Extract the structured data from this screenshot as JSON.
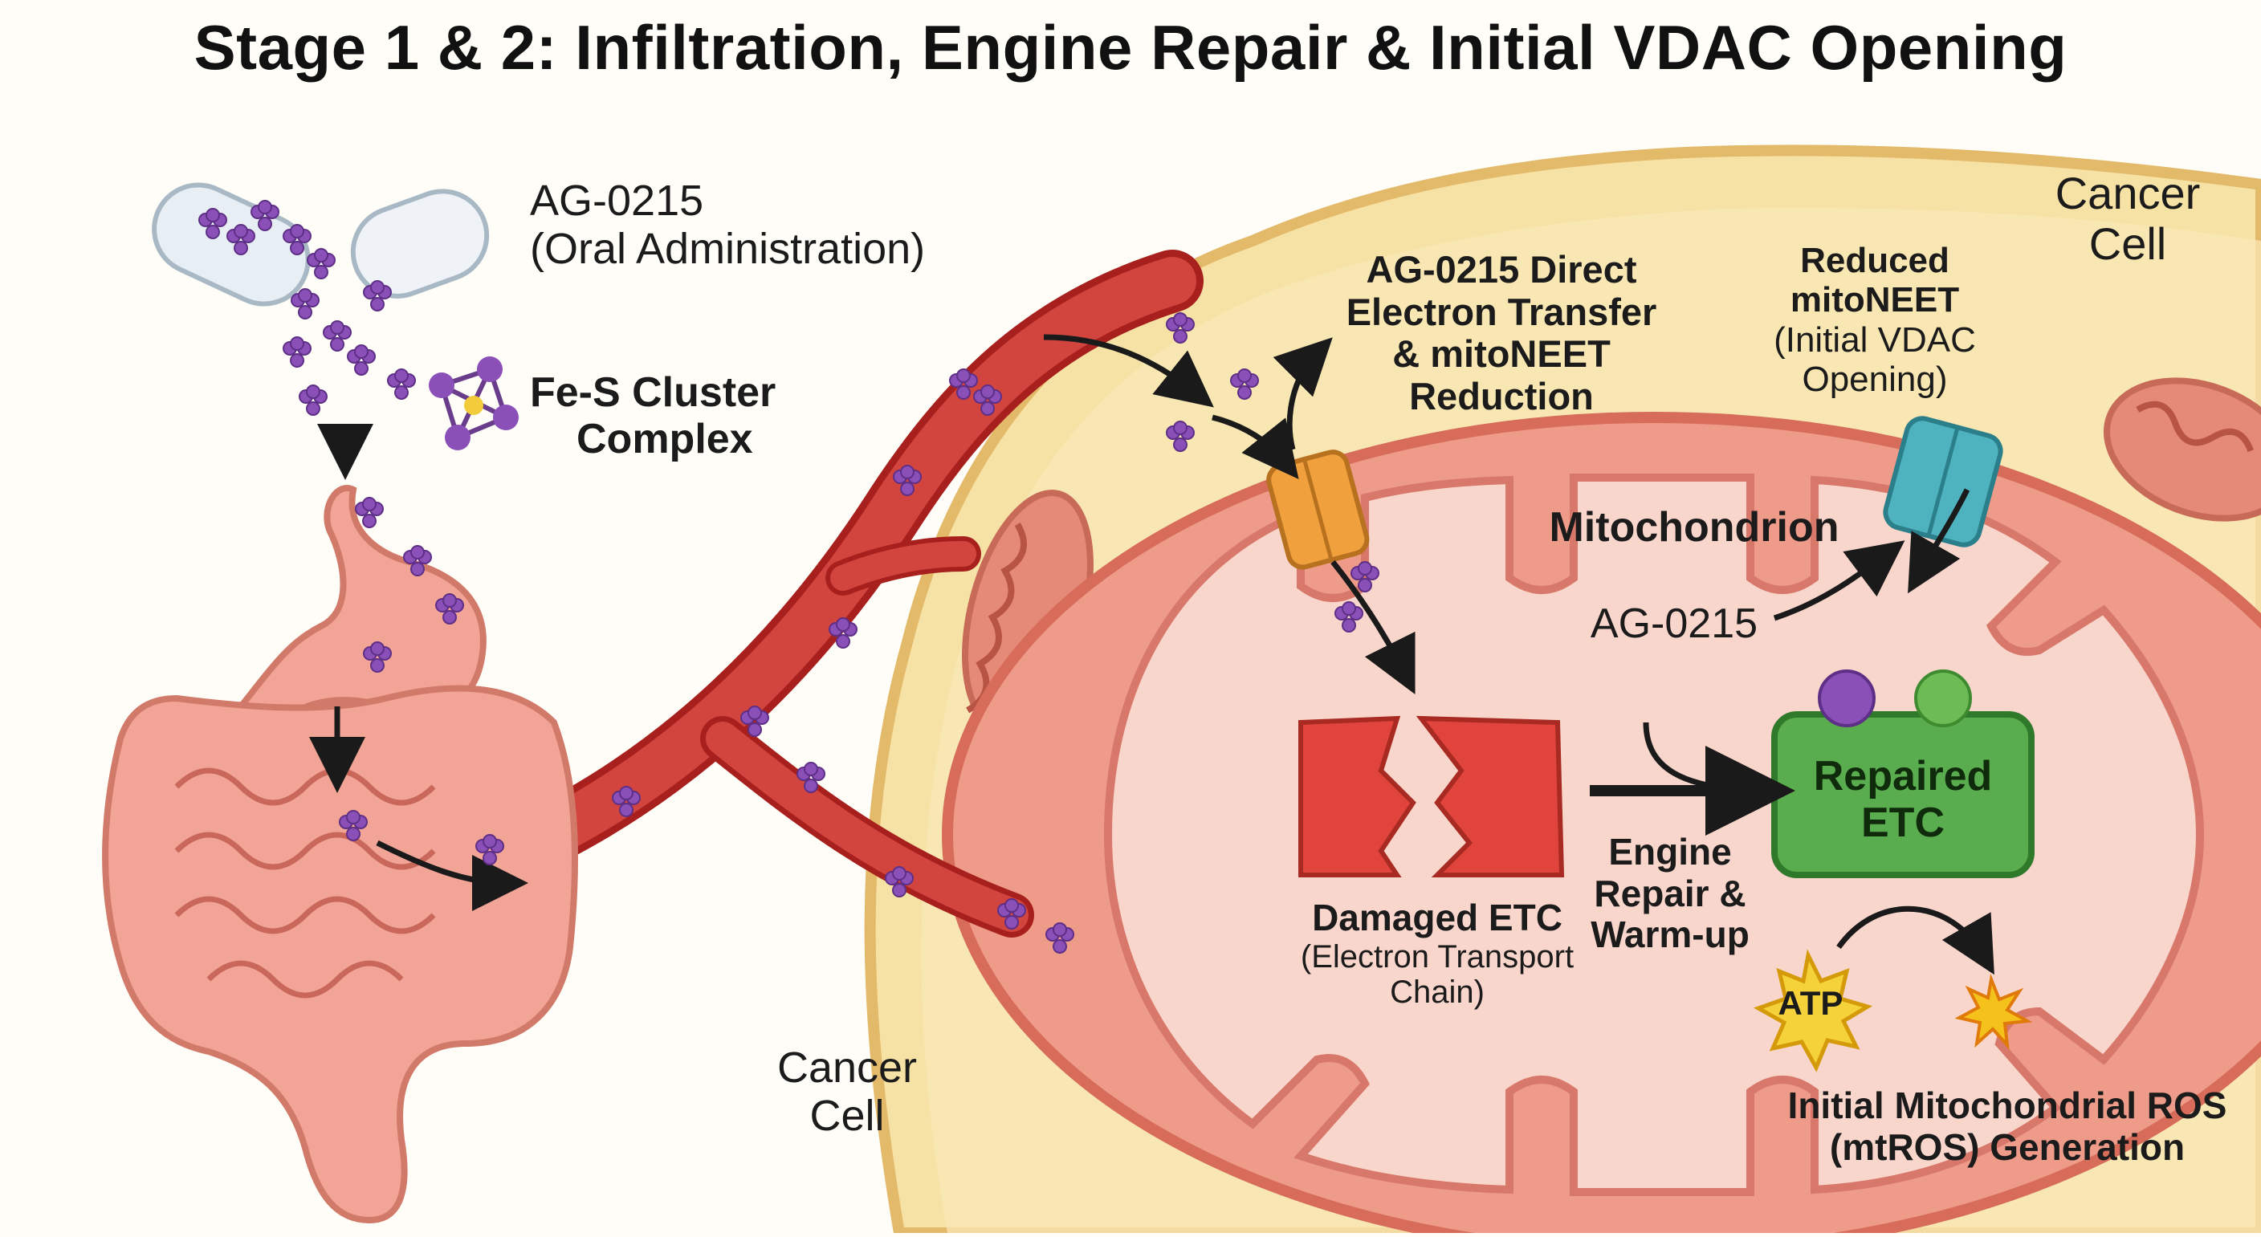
{
  "title": "Stage 1 & 2: Infiltration, Engine Repair & Initial VDAC Opening",
  "labels": {
    "drug_name": "AG-0215",
    "drug_route": "(Oral Administration)",
    "fes_line1": "Fe-S Cluster",
    "fes_line2": "Complex",
    "cancer_cell_top_1": "Cancer",
    "cancer_cell_top_2": "Cell",
    "cancer_cell_bottom_1": "Cancer",
    "cancer_cell_bottom_2": "Cell",
    "direct_1": "AG-0215 Direct",
    "direct_2": "Electron Transfer",
    "direct_3": "& mitoNEET",
    "direct_4": "Reduction",
    "reduced_1": "Reduced",
    "reduced_2": "mitoNEET",
    "reduced_3": "(Initial VDAC",
    "reduced_4": "Opening)",
    "mitochondrion": "Mitochondrion",
    "ag_inside": "AG-0215",
    "damaged_1": "Damaged ETC",
    "damaged_2": "(Electron Transport",
    "damaged_3": "Chain)",
    "engine_1": "Engine",
    "engine_2": "Repair &",
    "engine_3": "Warm-up",
    "repaired_1": "Repaired",
    "repaired_2": "ETC",
    "atp": "ATP",
    "ros_1": "Initial Mitochondrial ROS",
    "ros_2": "(mtROS) Generation"
  },
  "colors": {
    "cell_fill": "#f7e2a6",
    "cell_edge": "#e3b96a",
    "mito_outer": "#ef9b8a",
    "mito_inner": "#f9d6cc",
    "vessel": "#c9302c",
    "etc_damaged": "#e0443c",
    "etc_repaired": "#5aad4e",
    "vdac_orange": "#f0a03c",
    "vdac_teal": "#4fb2bf",
    "particle": "#8b4fb8",
    "gut": "#f2a497"
  },
  "icons": [
    "capsule-icon",
    "fe-s-cluster-icon",
    "stomach-icon",
    "intestine-icon",
    "blood-vessel-icon",
    "vdac-channel-icon",
    "atp-burst-icon",
    "ros-spark-icon"
  ]
}
